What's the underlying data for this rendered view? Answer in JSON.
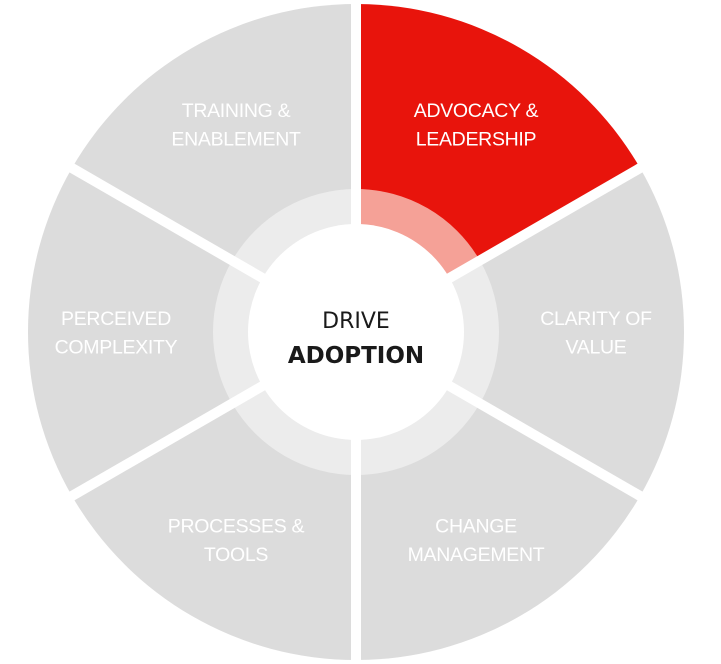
{
  "center": {
    "line1": "DRIVE",
    "line2": "ADOPTION"
  },
  "segments": [
    {
      "id": "advocacy",
      "lines": [
        "ADVOCACY &",
        "LEADERSHIP"
      ],
      "highlighted": true
    },
    {
      "id": "clarity",
      "lines": [
        "CLARITY OF",
        "VALUE"
      ],
      "highlighted": false
    },
    {
      "id": "change",
      "lines": [
        "CHANGE",
        "MANAGEMENT"
      ],
      "highlighted": false
    },
    {
      "id": "processes",
      "lines": [
        "PROCESSES &",
        "TOOLS"
      ],
      "highlighted": false
    },
    {
      "id": "complexity",
      "lines": [
        "PERCEIVED",
        "COMPLEXITY"
      ],
      "highlighted": false
    },
    {
      "id": "training",
      "lines": [
        "TRAINING &",
        "ENABLEMENT"
      ],
      "highlighted": false
    }
  ],
  "colors": {
    "segment": "#dcdcdc",
    "highlight": "#e8140c",
    "inner_ring": "#ececec",
    "inner_ring_highlight": "#f5a197",
    "separator": "#ffffff",
    "hub": "#ffffff"
  }
}
